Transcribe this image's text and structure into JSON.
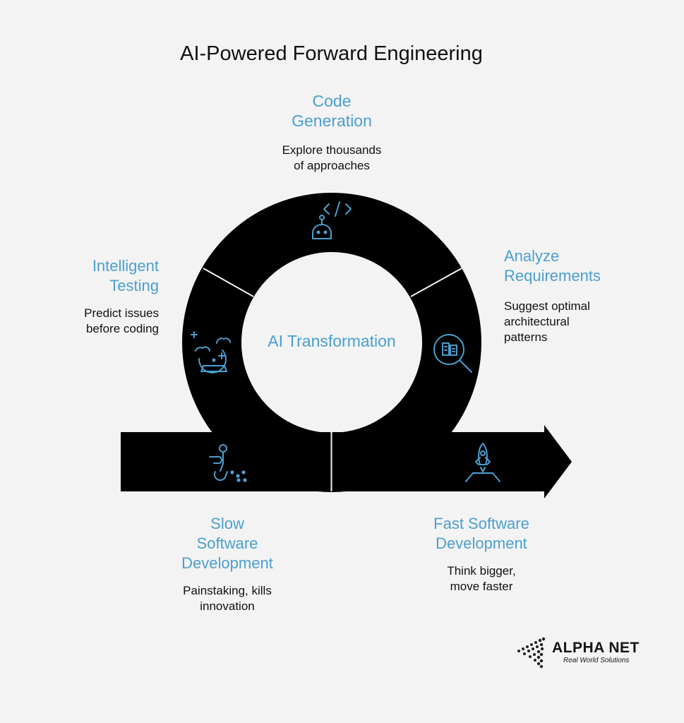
{
  "title": "AI-Powered Forward Engineering",
  "center_label": "AI Transformation",
  "accent_color": "#4a9fd0",
  "stages": {
    "code_generation": {
      "title": "Code\nGeneration",
      "description": "Explore thousands\nof approaches",
      "icon": "robot-code-icon"
    },
    "analyze_requirements": {
      "title": "Analyze\nRequirements",
      "description": "Suggest optimal\narchitectural\npatterns",
      "icon": "magnifier-document-icon"
    },
    "intelligent_testing": {
      "title": "Intelligent\nTesting",
      "description": "Predict issues\nbefore coding",
      "icon": "crystal-ball-icon"
    },
    "slow_development": {
      "title": "Slow\nSoftware\nDevelopment",
      "description": "Painstaking, kills\ninnovation",
      "icon": "sitting-person-icon"
    },
    "fast_development": {
      "title": "Fast Software\nDevelopment",
      "description": "Think bigger,\nmove faster",
      "icon": "rocket-launch-icon"
    }
  },
  "logo": {
    "name": "ALPHA NET",
    "tagline": "Real World Solutions"
  }
}
